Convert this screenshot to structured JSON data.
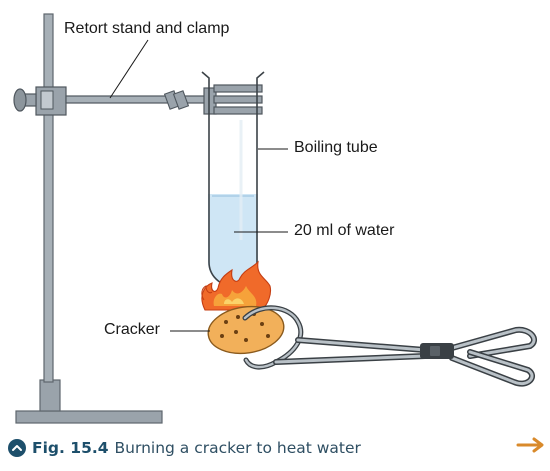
{
  "labels": {
    "stand": "Retort stand and clamp",
    "tube": "Boiling tube",
    "water": "20 ml of water",
    "cracker": "Cracker"
  },
  "caption": {
    "number": "Fig. 15.4",
    "text": "Burning a cracker to heat water"
  },
  "colors": {
    "metal": "#9aa3ab",
    "water": "#cfe6f5",
    "cracker": "#f2b05a",
    "flame": "#f06a2a",
    "caption": "#1d4f6b",
    "arrow": "#d98a2b"
  },
  "icons": {
    "caption_badge": "chevron-up-icon",
    "next": "arrow-right-icon"
  }
}
